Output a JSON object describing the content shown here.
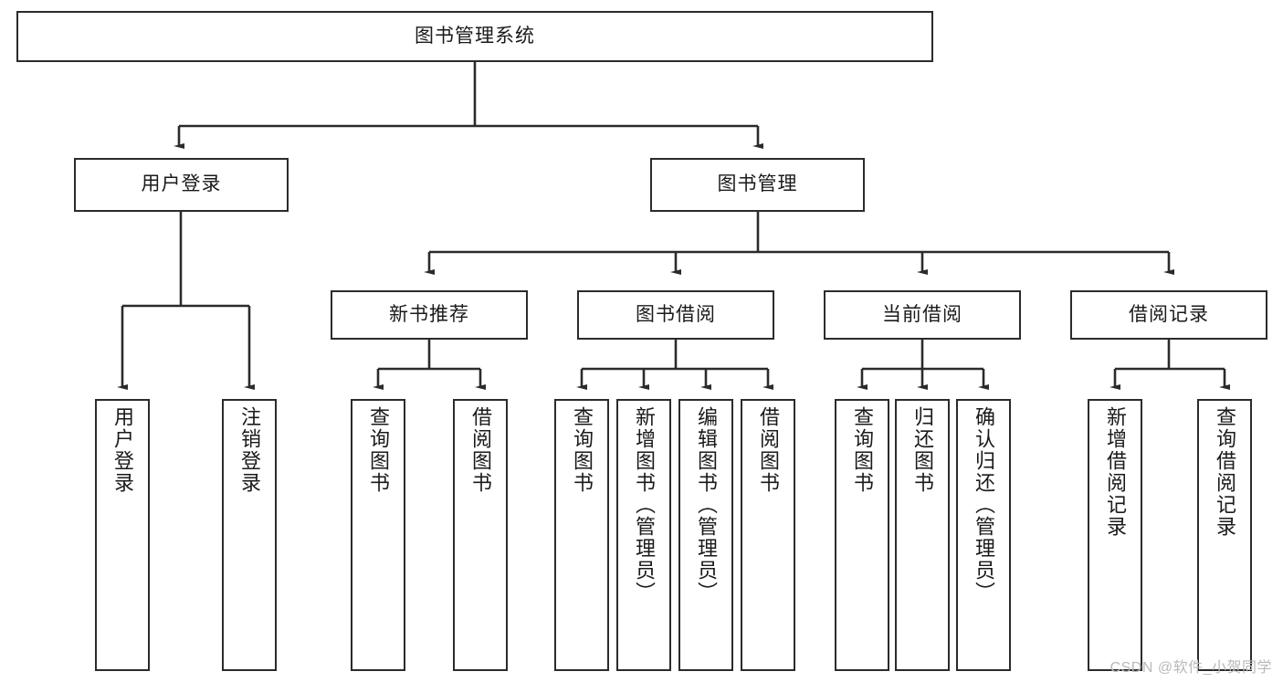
{
  "diagram": {
    "title": "图书管理系统",
    "watermark": "CSDN @软件_小贺同学",
    "colors": {
      "stroke": "#2b2b2b",
      "fill": "#ffffff",
      "text": "#1a1a1a",
      "watermark": "#b9b9b9"
    },
    "nodes": {
      "root": {
        "label": "图书管理系统"
      },
      "level2": [
        {
          "label": "用户登录"
        },
        {
          "label": "图书管理"
        }
      ],
      "level3": [
        {
          "label": "新书推荐"
        },
        {
          "label": "图书借阅"
        },
        {
          "label": "当前借阅"
        },
        {
          "label": "借阅记录"
        }
      ],
      "leaves_user_login": [
        {
          "label": "用户登录"
        },
        {
          "label": "注销登录"
        }
      ],
      "leaves_new_book": [
        {
          "label": "查询图书"
        },
        {
          "label": "借阅图书"
        }
      ],
      "leaves_borrow": [
        {
          "label": "查询图书"
        },
        {
          "label": "新增图书（管理员）"
        },
        {
          "label": "编辑图书（管理员）"
        },
        {
          "label": "借阅图书"
        }
      ],
      "leaves_current": [
        {
          "label": "查询图书"
        },
        {
          "label": "归还图书"
        },
        {
          "label": "确认归还（管理员）"
        }
      ],
      "leaves_record": [
        {
          "label": "新增借阅记录"
        },
        {
          "label": "查询借阅记录"
        }
      ]
    }
  }
}
